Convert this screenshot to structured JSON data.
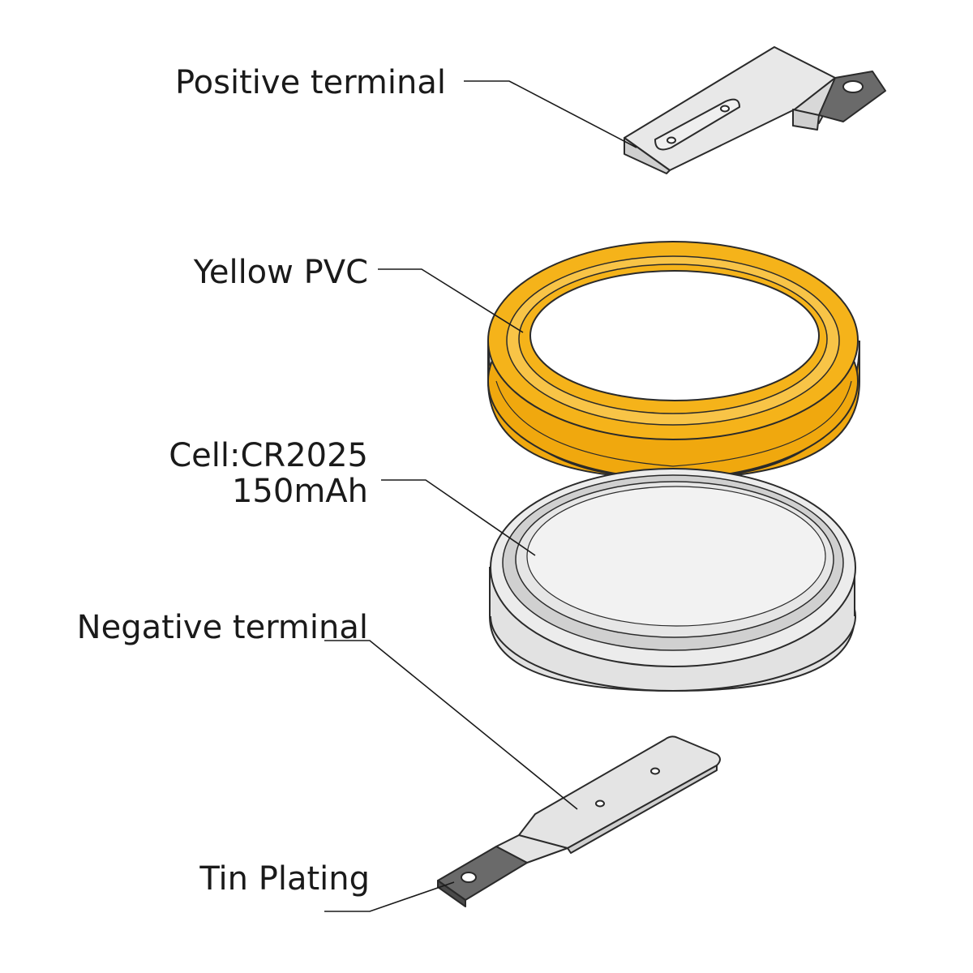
{
  "labels": {
    "positive_terminal": "Positive terminal",
    "yellow_pvc": "Yellow PVC",
    "cell_model": "Cell:CR2025",
    "cell_capacity": "150mAh",
    "negative_terminal": "Negative terminal",
    "tin_plating": "Tin Plating"
  },
  "colors": {
    "pvc_yellow": "#f5b31a",
    "metal_light": "#e6e6e6",
    "tin_dark": "#6a6a6a",
    "outline": "#2a2a2a"
  }
}
